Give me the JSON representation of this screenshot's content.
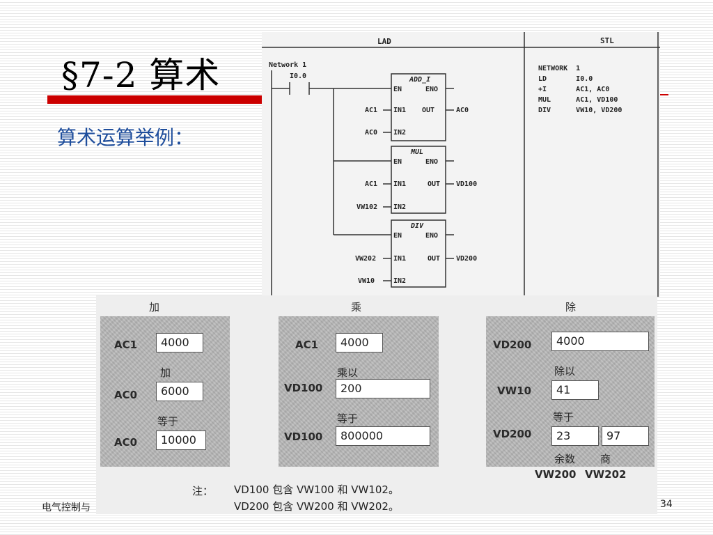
{
  "slide": {
    "title": "§7-2  算术",
    "subtitle": "算术运算举例：",
    "footer": "电气控制与",
    "page_number": "34"
  },
  "lad": {
    "header_lad": "LAD",
    "header_stl": "STL",
    "network_label": "Network 1",
    "contact": "I0.0",
    "blocks": [
      {
        "name": "ADD_I",
        "en": "EN",
        "eno": "ENO",
        "in1_label": "IN1",
        "in2_label": "IN2",
        "out_label": "OUT",
        "in1": "AC1",
        "in2": "AC0",
        "out": "AC0"
      },
      {
        "name": "MUL",
        "en": "EN",
        "eno": "ENO",
        "in1_label": "IN1",
        "in2_label": "IN2",
        "out_label": "OUT",
        "in1": "AC1",
        "in2": "VW102",
        "out": "VD100"
      },
      {
        "name": "DIV",
        "en": "EN",
        "eno": "ENO",
        "in1_label": "IN1",
        "in2_label": "IN2",
        "out_label": "OUT",
        "in1": "VW202",
        "in2": "VW10",
        "out": "VD200"
      }
    ],
    "stl": [
      "NETWORK  1",
      "LD       I0.0",
      "+I       AC1, AC0",
      "MUL      AC1, VD100",
      "DIV      VW10, VD200"
    ]
  },
  "arith": {
    "add": {
      "title": "加",
      "r1_label": "AC1",
      "r1_value": "4000",
      "op": "加",
      "r2_label": "AC0",
      "r2_value": "6000",
      "eq": "等于",
      "r3_label": "AC0",
      "r3_value": "10000"
    },
    "mul": {
      "title": "乘",
      "r1_label": "AC1",
      "r1_value": "4000",
      "op": "乘以",
      "r2_label": "VD100",
      "r2_value": "200",
      "eq": "等于",
      "r3_label": "VD100",
      "r3_value": "800000"
    },
    "div": {
      "title": "除",
      "r1_label": "VD200",
      "r1_value": "4000",
      "op": "除以",
      "r2_label": "VW10",
      "r2_value": "41",
      "eq": "等于",
      "r3_label": "VD200",
      "r3_value_a": "23",
      "r3_value_b": "97",
      "caption_a": "余数",
      "caption_b": "商",
      "reg_a": "VW200",
      "reg_b": "VW202"
    },
    "note_label": "注：",
    "note_line1": "VD100 包含 VW100 和 VW102。",
    "note_line2": "VD200 包含 VW200 和 VW202。"
  }
}
